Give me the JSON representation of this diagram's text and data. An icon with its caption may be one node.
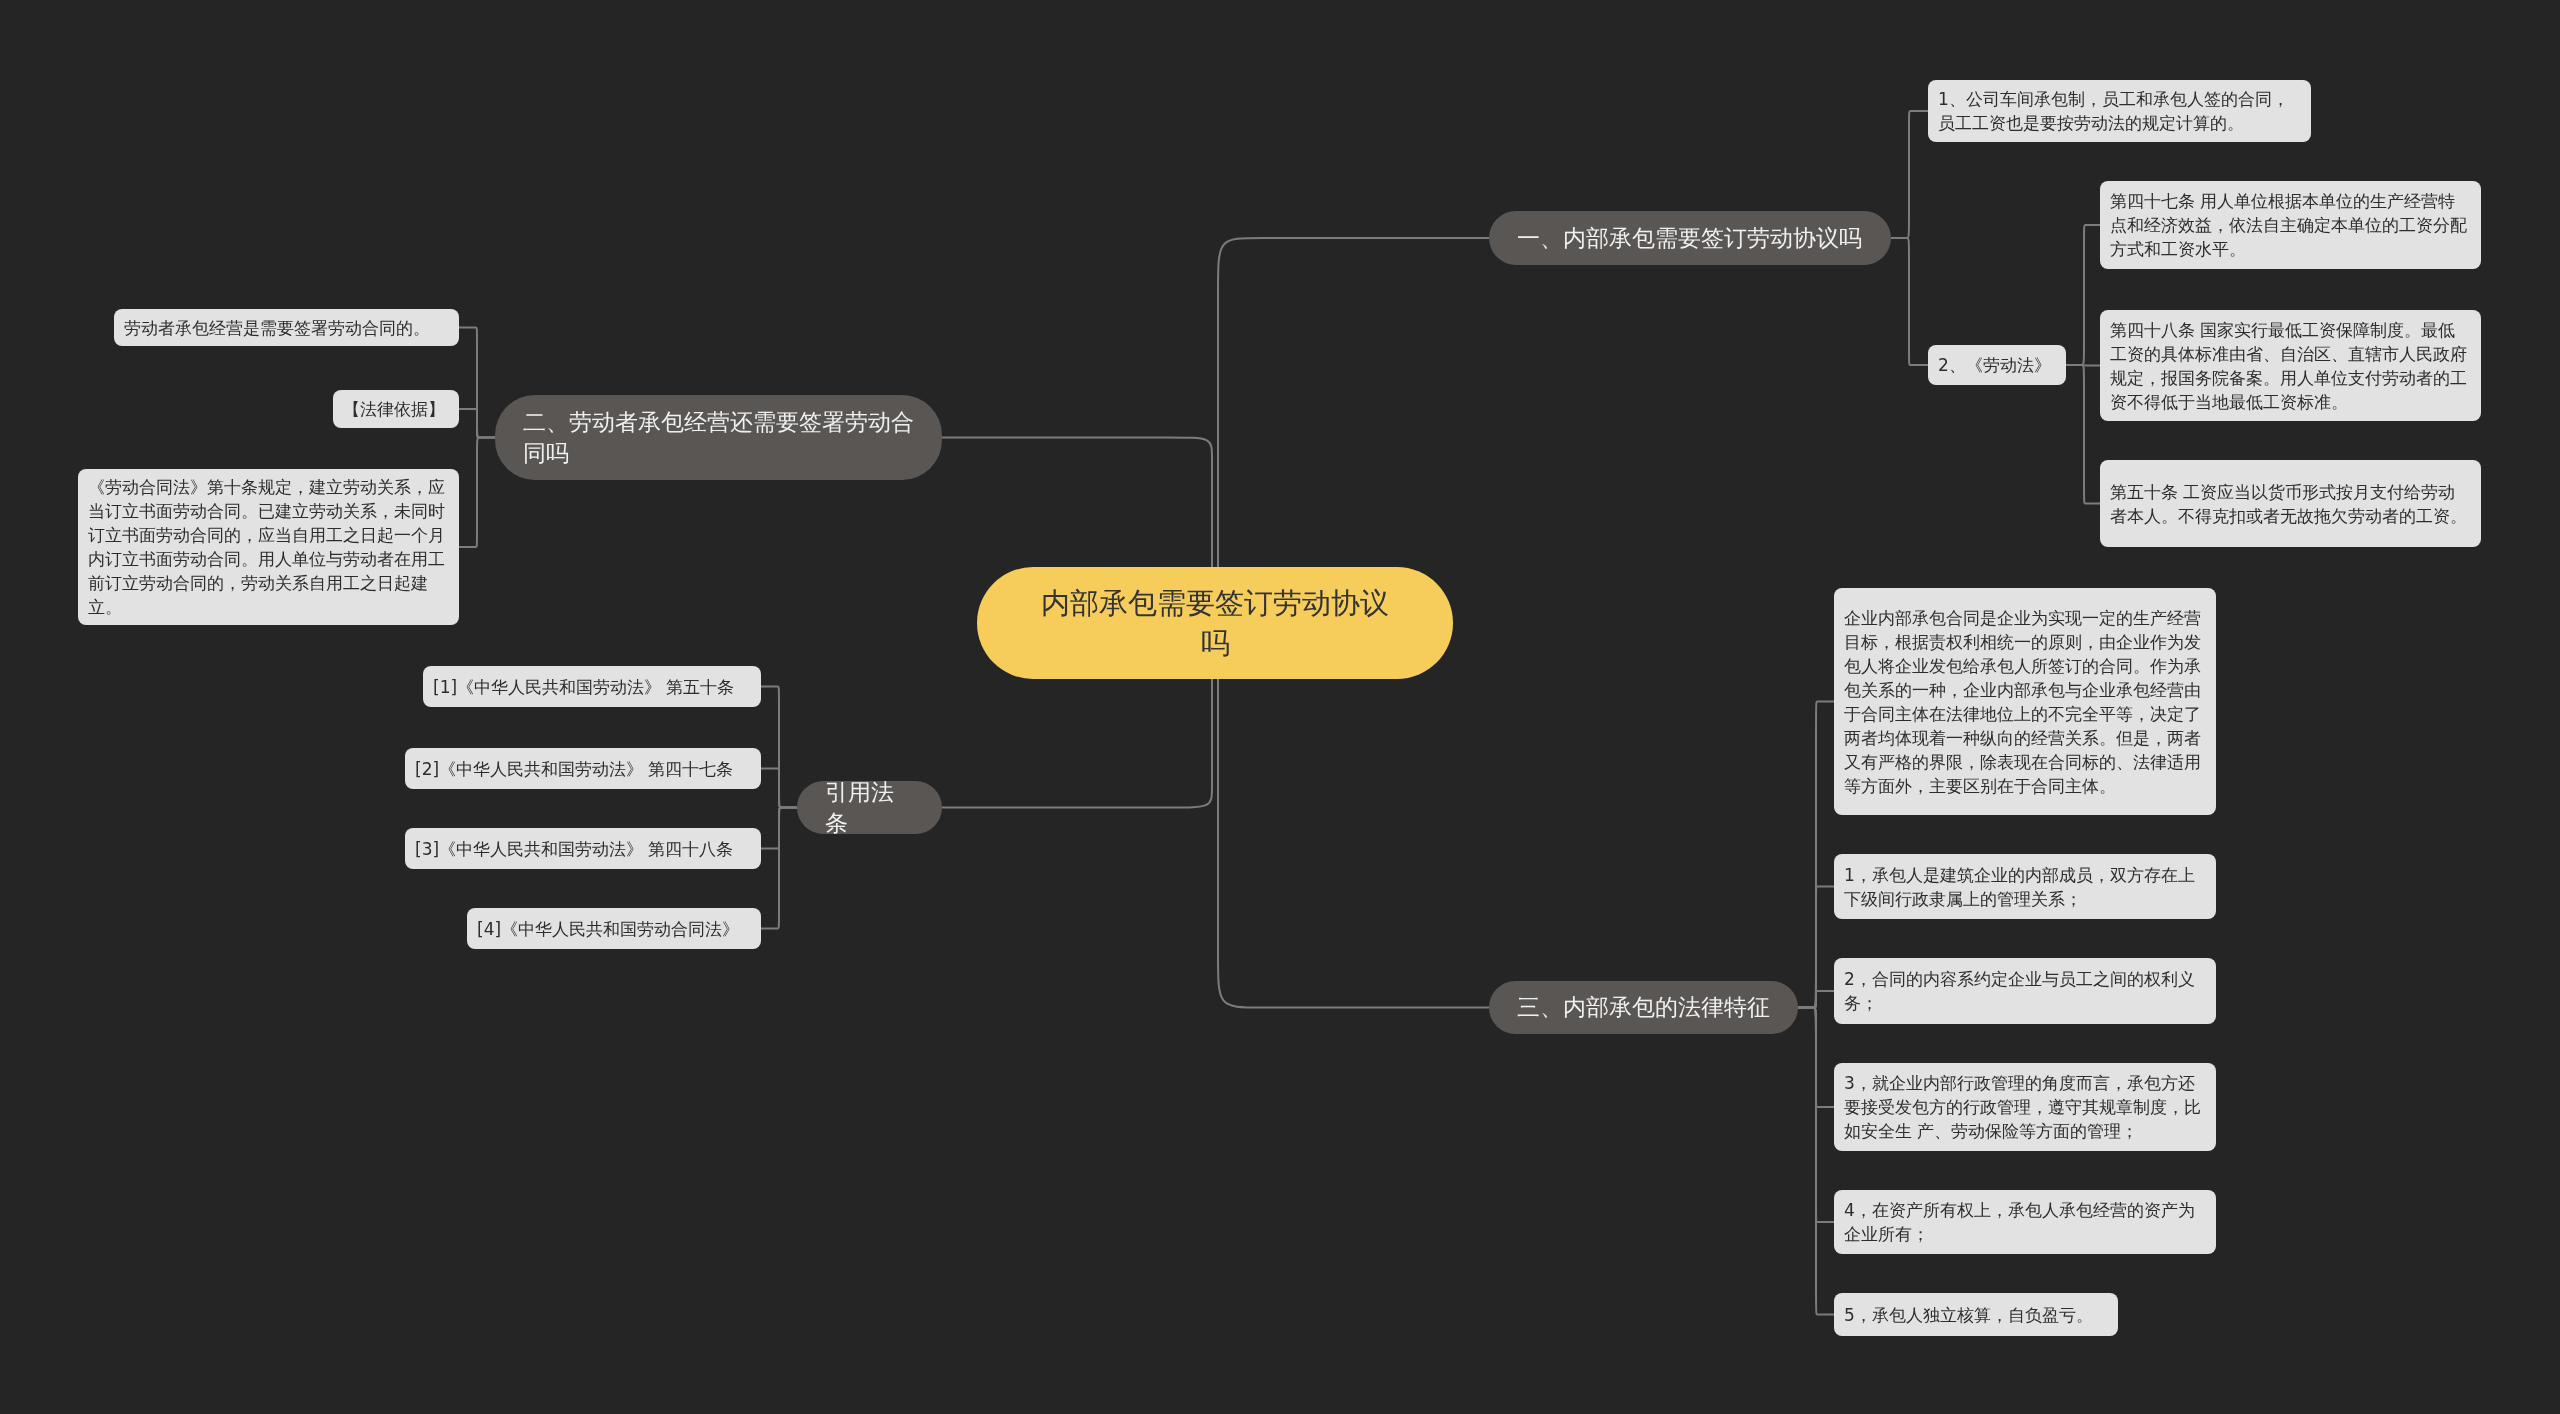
{
  "diagram": {
    "nodes": [
      {
        "text": [
          "内部承包需要签订劳动协议吗"
        ]
      },
      {
        "text": [
          "一、内部承包需要签订劳动协议吗"
        ]
      },
      {
        "text": [
          "1、公司车间承包制，员工和承包人签的合同，员工工资也是要按劳动法的规定计算的。"
        ]
      },
      {
        "text": [
          "2、《劳动法》"
        ]
      },
      {
        "text": [
          "第四十七条 用人单位根据本单位的生产经营特点和经济效益，依法自主确定本单位的工资分配方式和工资水平。"
        ]
      },
      {
        "text": [
          "第四十八条 国家实行最低工资保障制度。最低工资的具体标准由省、自治区、直辖市人民政府规定，报国务院备案。用人单位支付劳动者的工资不得低于当地最低工资标准。"
        ]
      },
      {
        "text": [
          "第五十条 工资应当以货币形式按月支付给劳动者本人。不得克扣或者无故拖欠劳动者的工资。"
        ]
      },
      {
        "text": [
          "二、劳动者承包经营还需要签署劳动合同吗"
        ]
      },
      {
        "text": [
          "劳动者承包经营是需要签署劳动合同的。"
        ]
      },
      {
        "text": [
          "【法律依据】"
        ]
      },
      {
        "text": [
          "《劳动合同法》第十条规定，建立劳动关系，应当订立书面劳动合同。已建立劳动关系，未同时订立书面劳动合同的，应当自用工之日起一个月内订立书面劳动合同。用人单位与劳动者在用工前订立劳动合同的，劳动关系自用工之日起建立。"
        ]
      },
      {
        "text": [
          "引用法条"
        ]
      },
      {
        "text": [
          "[1]《中华人民共和国劳动法》 第五十条"
        ]
      },
      {
        "text": [
          "[2]《中华人民共和国劳动法》 第四十七条"
        ]
      },
      {
        "text": [
          "[3]《中华人民共和国劳动法》 第四十八条"
        ]
      },
      {
        "text": [
          "[4]《中华人民共和国劳动合同法》"
        ]
      },
      {
        "text": [
          "三、内部承包的法律特征"
        ]
      },
      {
        "text": [
          "企业内部承包合同是企业为实现一定的生产经营目标，根据责权利相统一的原则，由企业作为发包人将企业发包给承包人所签订的合同。作为承包关系的一种，企业内部承包与企业承包经营由于合同主体在法律地位上的不完全平等，决定了两者均体现着一种纵向的经营关系。但是，两者又有严格的界限，除表现在合同标的、法律适用等方面外，主要区别在于合同主体。"
        ]
      },
      {
        "text": [
          "1，承包人是建筑企业的内部成员，双方存在上下级间行政隶属上的管理关系；"
        ]
      },
      {
        "text": [
          "2，合同的内容系约定企业与员工之间的权利义务；"
        ]
      },
      {
        "text": [
          "3，就企业内部行政管理的角度而言，承包方还要接受发包方的行政管理，遵守其规章制度，比如安全生 产、劳动保险等方面的管理；"
        ]
      },
      {
        "text": [
          "4，在资产所有权上，承包人承包经营的资产为企业所有；"
        ]
      },
      {
        "text": [
          "5，承包人独立核算，自负盈亏。"
        ]
      }
    ],
    "edges": [
      {
        "from": 0,
        "to": 1,
        "arrow": "none"
      },
      {
        "from": 1,
        "to": 2,
        "arrow": "none"
      },
      {
        "from": 1,
        "to": 3,
        "arrow": "none"
      },
      {
        "from": 3,
        "to": 4,
        "arrow": "none"
      },
      {
        "from": 3,
        "to": 5,
        "arrow": "none"
      },
      {
        "from": 3,
        "to": 6,
        "arrow": "none"
      },
      {
        "from": 0,
        "to": 7,
        "arrow": "none"
      },
      {
        "from": 7,
        "to": 8,
        "arrow": "none"
      },
      {
        "from": 7,
        "to": 9,
        "arrow": "none"
      },
      {
        "from": 7,
        "to": 10,
        "arrow": "none"
      },
      {
        "from": 0,
        "to": 11,
        "arrow": "none"
      },
      {
        "from": 11,
        "to": 12,
        "arrow": "none"
      },
      {
        "from": 11,
        "to": 13,
        "arrow": "none"
      },
      {
        "from": 11,
        "to": 14,
        "arrow": "none"
      },
      {
        "from": 11,
        "to": 15,
        "arrow": "none"
      },
      {
        "from": 0,
        "to": 16,
        "arrow": "none"
      },
      {
        "from": 16,
        "to": 17,
        "arrow": "none"
      },
      {
        "from": 16,
        "to": 18,
        "arrow": "none"
      },
      {
        "from": 16,
        "to": 19,
        "arrow": "none"
      },
      {
        "from": 16,
        "to": 20,
        "arrow": "none"
      },
      {
        "from": 16,
        "to": 21,
        "arrow": "none"
      },
      {
        "from": 16,
        "to": 22,
        "arrow": "none"
      }
    ]
  }
}
